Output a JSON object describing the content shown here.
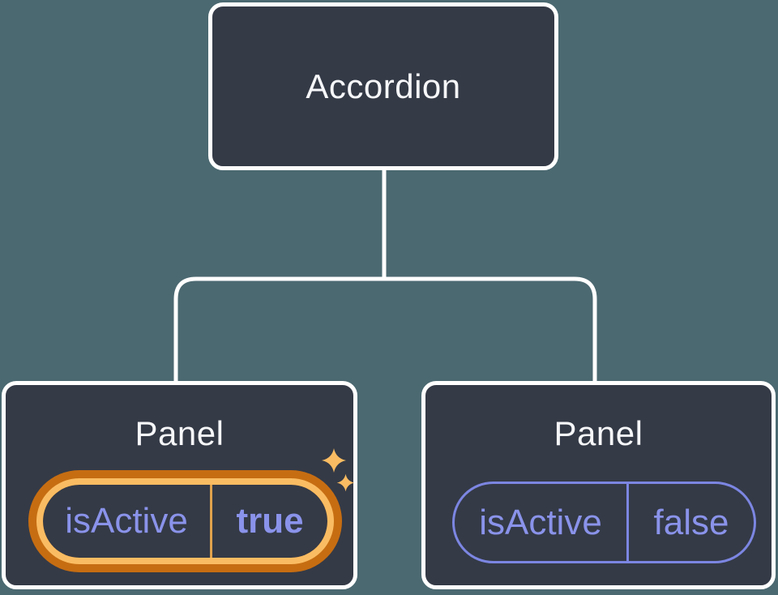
{
  "colors": {
    "background": "#4b6971",
    "node": "#343a46",
    "connector": "#ffffff",
    "node_text": "#f6f7f9",
    "prop_text": "#8a93ea",
    "pill_border": "#7c86e2",
    "highlight_outer": "#c66d12",
    "highlight_inner": "#fabc62",
    "highlight_divider": "#e0a24c",
    "sparkle": "#fabc62"
  },
  "root": {
    "label": "Accordion"
  },
  "panels": [
    {
      "label": "Panel",
      "prop": {
        "name": "isActive",
        "value": "true"
      },
      "highlighted": true
    },
    {
      "label": "Panel",
      "prop": {
        "name": "isActive",
        "value": "false"
      },
      "highlighted": false
    }
  ],
  "icons": [
    {
      "name": "sparkle-icon",
      "glyph": "✦"
    }
  ]
}
